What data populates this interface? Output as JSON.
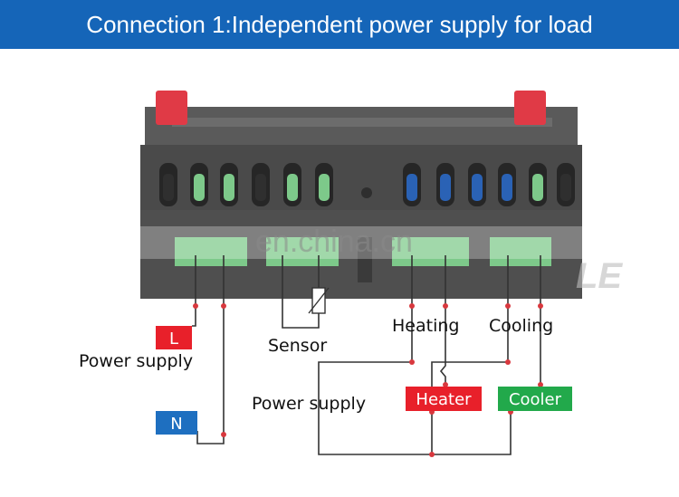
{
  "banner": {
    "title": "Connection 1:Independent power supply for load"
  },
  "watermark": {
    "text": "en.china.cn",
    "brand_fragment": "LE"
  },
  "labels": {
    "l_tag": "L",
    "n_tag": "N",
    "power_supply_left": "Power supply",
    "sensor": "Sensor",
    "heating": "Heating",
    "cooling": "Cooling",
    "power_supply_right": "Power supply",
    "heater": "Heater",
    "cooler": "Cooler"
  },
  "colors": {
    "banner": "#1565b8",
    "l_tag": "#e8202a",
    "n_tag": "#1e6fc0",
    "heater": "#e8202a",
    "cooler": "#22a94b",
    "wire": "#333333",
    "terminal": "#7dc98a",
    "device_body": "#4a4a4a",
    "device_clip": "#e03a46"
  },
  "icons": {
    "sensor": "thermistor-icon",
    "terminal_screw": "screw-terminal-icon"
  }
}
